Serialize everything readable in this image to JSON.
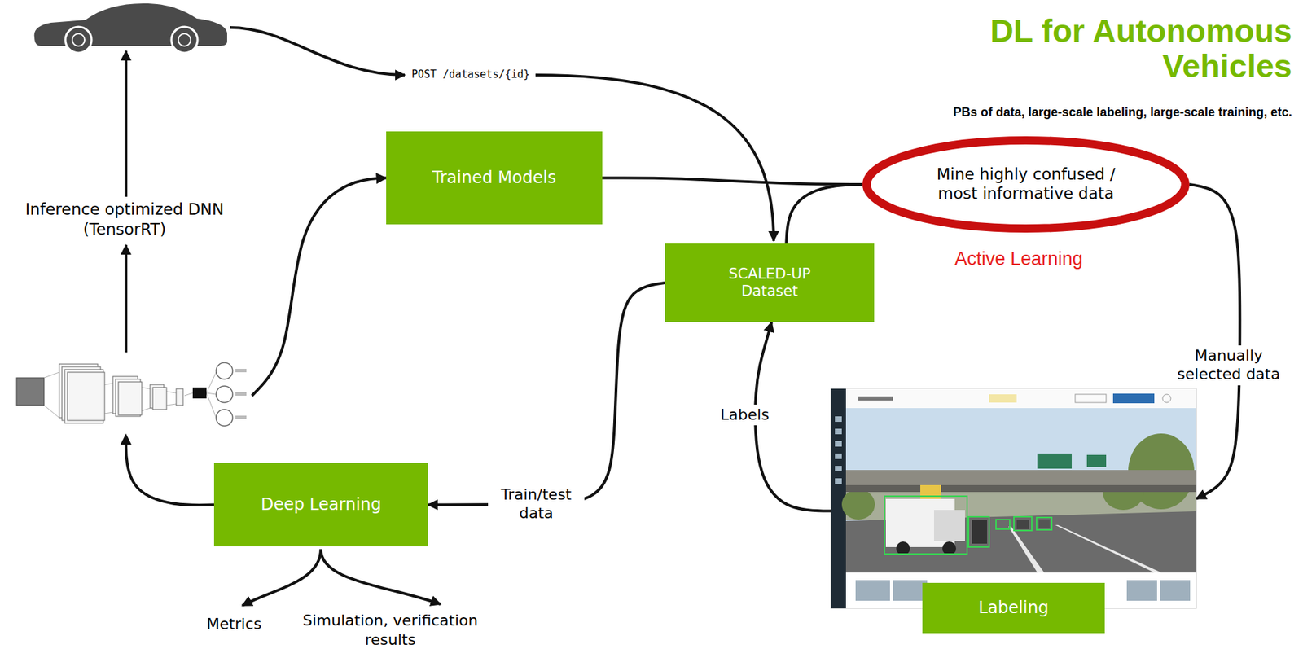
{
  "diagram": {
    "title": "DL for Autonomous Vehicles",
    "nodes": [
      {
        "text": [
          "Trained Models"
        ]
      },
      {
        "text": [
          "Mine highly confused / most informative data"
        ]
      },
      {
        "text": [
          "SCALED-UP Dataset"
        ]
      },
      {
        "text": [
          "Deep Learning"
        ]
      },
      {
        "text": [
          "Labeling"
        ]
      }
    ],
    "edges": [
      {
        "from": 0,
        "to": 1,
        "arrow": "none"
      },
      {
        "from": 2,
        "to": 1,
        "arrow": "none"
      },
      {
        "from": 1,
        "to": 4,
        "label": "Manually selected data",
        "arrow": "to"
      },
      {
        "from": 4,
        "to": 2,
        "label": "Labels",
        "arrow": "to"
      },
      {
        "from": 2,
        "to": 3,
        "label": "Train/test data",
        "arrow": "to"
      },
      {
        "from": 3,
        "to": 0,
        "arrow": "to"
      }
    ],
    "labels": [
      "POST /datasets/{id}",
      "PBs of data, large-scale labeling, large-scale training, etc.",
      "Inference optimized DNN (TensorRT)",
      "Active Learning",
      "Metrics",
      "Simulation, verification results"
    ]
  }
}
